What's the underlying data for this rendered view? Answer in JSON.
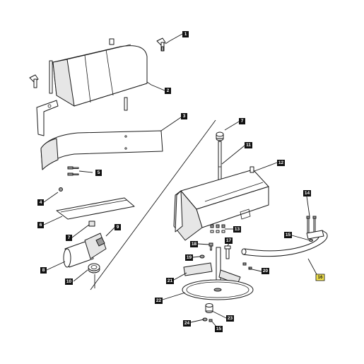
{
  "callouts": [
    {
      "id": "c1",
      "label": "1"
    },
    {
      "id": "c2",
      "label": "2"
    },
    {
      "id": "c3",
      "label": "3"
    },
    {
      "id": "c4",
      "label": "4"
    },
    {
      "id": "c5",
      "label": "5"
    },
    {
      "id": "c6",
      "label": "6"
    },
    {
      "id": "c7a",
      "label": "7"
    },
    {
      "id": "c7b",
      "label": "7"
    },
    {
      "id": "c8",
      "label": "8"
    },
    {
      "id": "c9",
      "label": "9"
    },
    {
      "id": "c10",
      "label": "10"
    },
    {
      "id": "c11",
      "label": "11"
    },
    {
      "id": "c12",
      "label": "12"
    },
    {
      "id": "c13",
      "label": "13"
    },
    {
      "id": "c14",
      "label": "14"
    },
    {
      "id": "c15a",
      "label": "15"
    },
    {
      "id": "c15b",
      "label": "15"
    },
    {
      "id": "c16",
      "label": "16",
      "highlight": true,
      "highlight_color": "#f3e34c"
    },
    {
      "id": "c17",
      "label": "17"
    },
    {
      "id": "c18",
      "label": "18"
    },
    {
      "id": "c19",
      "label": "19"
    },
    {
      "id": "c20",
      "label": "20"
    },
    {
      "id": "c21",
      "label": "21"
    },
    {
      "id": "c22",
      "label": "22"
    },
    {
      "id": "c23",
      "label": "23"
    },
    {
      "id": "c24",
      "label": "24"
    }
  ],
  "colors": {
    "line": "#1a1a1a",
    "callout_fill": "#111111",
    "highlight": "#f3e34c",
    "background": "#ffffff"
  }
}
